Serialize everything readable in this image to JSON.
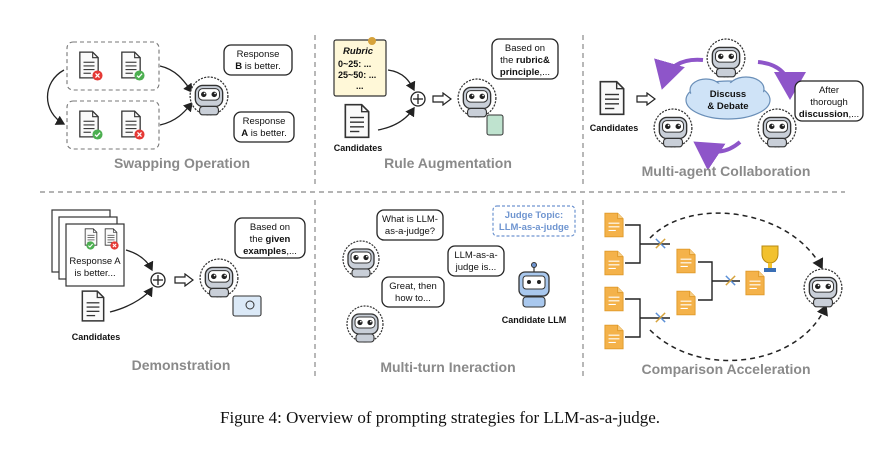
{
  "panels": {
    "swapping": {
      "title": "Swapping Operation",
      "bubble_top": [
        "Response",
        "B",
        " is better."
      ],
      "bubble_bottom": [
        "Response",
        "A",
        " is better."
      ]
    },
    "rule": {
      "title": "Rule Augmentation",
      "rubric_title": "Rubric",
      "rubric_lines": [
        "0~25: ...",
        "25~50: ...",
        "..."
      ],
      "candidates": "Candidates",
      "bubble": [
        "Based on",
        "the ",
        "rubric&",
        "principle",
        ",..."
      ]
    },
    "multiagent": {
      "title": "Multi-agent Collaboration",
      "candidates": "Candidates",
      "cloud": [
        "Discuss",
        "& Debate"
      ],
      "bubble": [
        "After",
        "thorough",
        "discussion",
        ",..."
      ]
    },
    "demonstration": {
      "title": "Demonstration",
      "doc_text": [
        "Response A",
        "is better..."
      ],
      "candidates": "Candidates",
      "bubble": [
        "Based on",
        "the ",
        "given",
        "examples",
        ",..."
      ]
    },
    "multiturn": {
      "title": "Multi-turn Ineraction",
      "topic": [
        "Judge Topic:",
        "LLM-as-a-judge"
      ],
      "q1": [
        "What is LLM-",
        "as-a-judge?"
      ],
      "a1": [
        "LLM-as-a-",
        "judge is..."
      ],
      "q2": [
        "Great, then",
        "how to..."
      ],
      "candidate_llm": "Candidate LLM"
    },
    "comparison": {
      "title": "Comparison Acceleration"
    }
  },
  "caption": "Figure 4: Overview of prompting strategies for LLM-as-a-judge.",
  "colors": {
    "divider": "#888888",
    "robot": "#c9cfd8",
    "purple": "#8e55c9",
    "orange_doc": "#f4b24a",
    "topic_blue": "#6f95d0",
    "accept": "#4caf50",
    "reject": "#e53935"
  },
  "icons": [
    "robot-judge-icon",
    "document-icon",
    "check-icon",
    "cross-icon",
    "plus-circle-icon",
    "arrow-icon",
    "trophy-icon",
    "cloud-icon",
    "sword-icon",
    "monitor-icon"
  ]
}
